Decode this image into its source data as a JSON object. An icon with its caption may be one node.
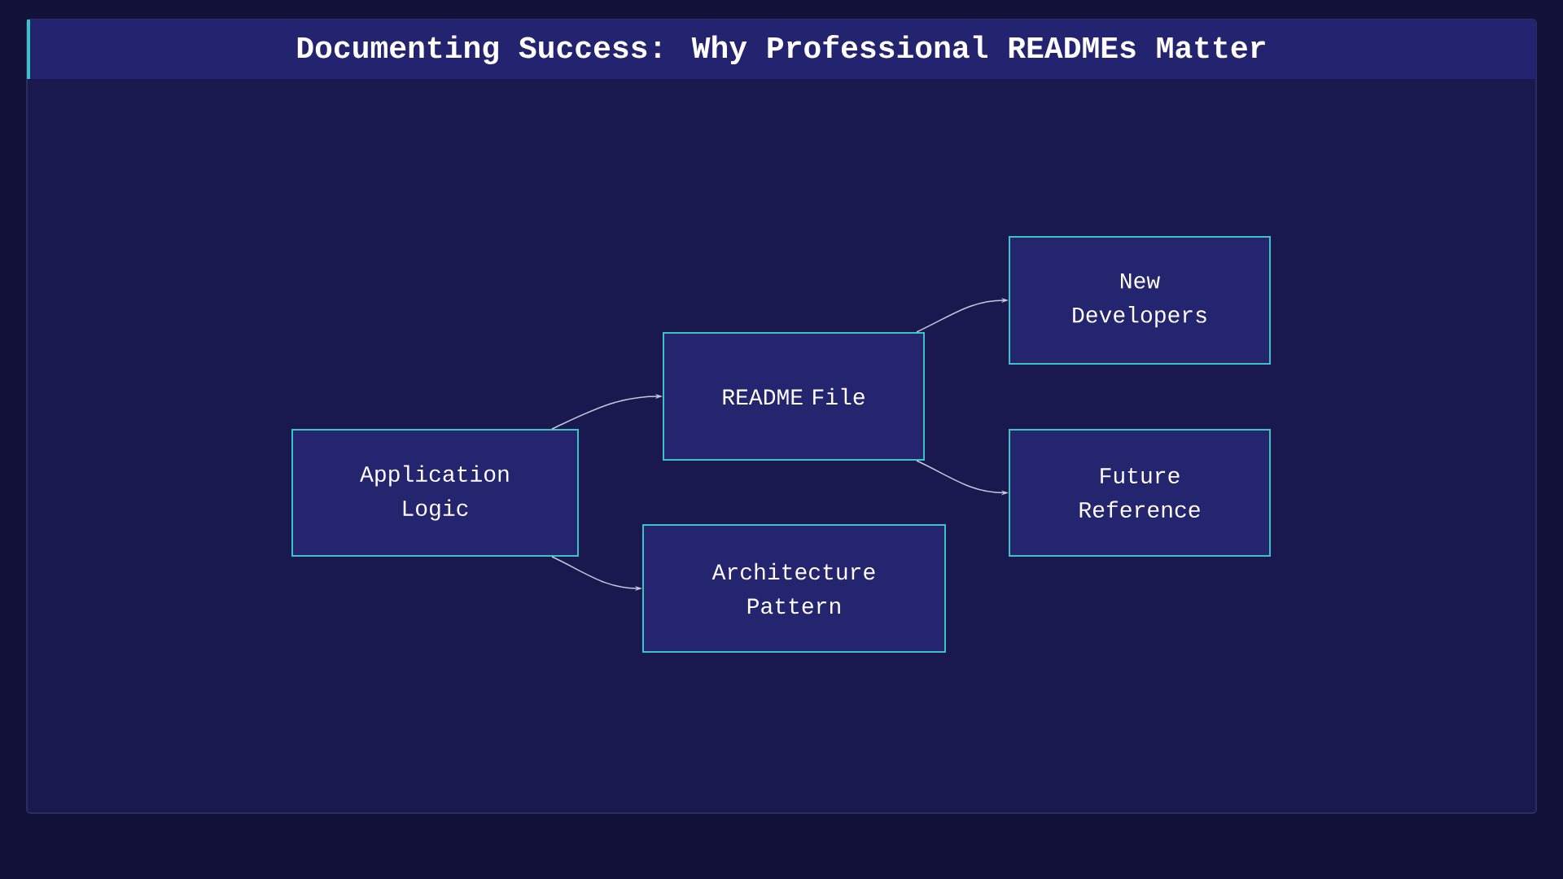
{
  "diagram": {
    "title": "Documenting Success: Why Professional READMEs Matter",
    "nodes": [
      {
        "text": [
          "Application Logic"
        ]
      },
      {
        "text": [
          "README File"
        ]
      },
      {
        "text": [
          "Architecture Pattern"
        ]
      },
      {
        "text": [
          "New Developers"
        ]
      },
      {
        "text": [
          "Future Reference"
        ]
      }
    ],
    "edges": [
      {
        "from": 0,
        "to": 1,
        "arrow": "to"
      },
      {
        "from": 0,
        "to": 2,
        "arrow": "to"
      },
      {
        "from": 1,
        "to": 3,
        "arrow": "to"
      },
      {
        "from": 1,
        "to": 4,
        "arrow": "to"
      }
    ]
  }
}
